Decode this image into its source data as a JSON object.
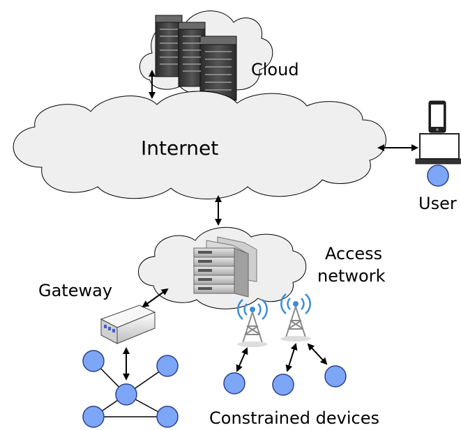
{
  "labels": {
    "cloud": "Cloud",
    "internet": "Internet",
    "user": "User",
    "access_network": [
      "Access",
      "network"
    ],
    "gateway": "Gateway",
    "constrained_devices": "Constrained devices"
  },
  "colors": {
    "cloud_fill": "#efefef",
    "cloud_stroke": "#000000",
    "node_fill": "#7ea6f6",
    "node_stroke": "#2a3f8f",
    "rack_dark": "#3a3a3a",
    "server_light": "#c9c9c9",
    "gateway_led": "#3f5fd0"
  },
  "icons": {
    "cloud": "server-rack-icon",
    "access": "rack-server-icon",
    "gateway": "gateway-box-icon",
    "towers": "radio-tower-icon",
    "user_devices": [
      "smartphone-icon",
      "laptop-icon"
    ]
  }
}
